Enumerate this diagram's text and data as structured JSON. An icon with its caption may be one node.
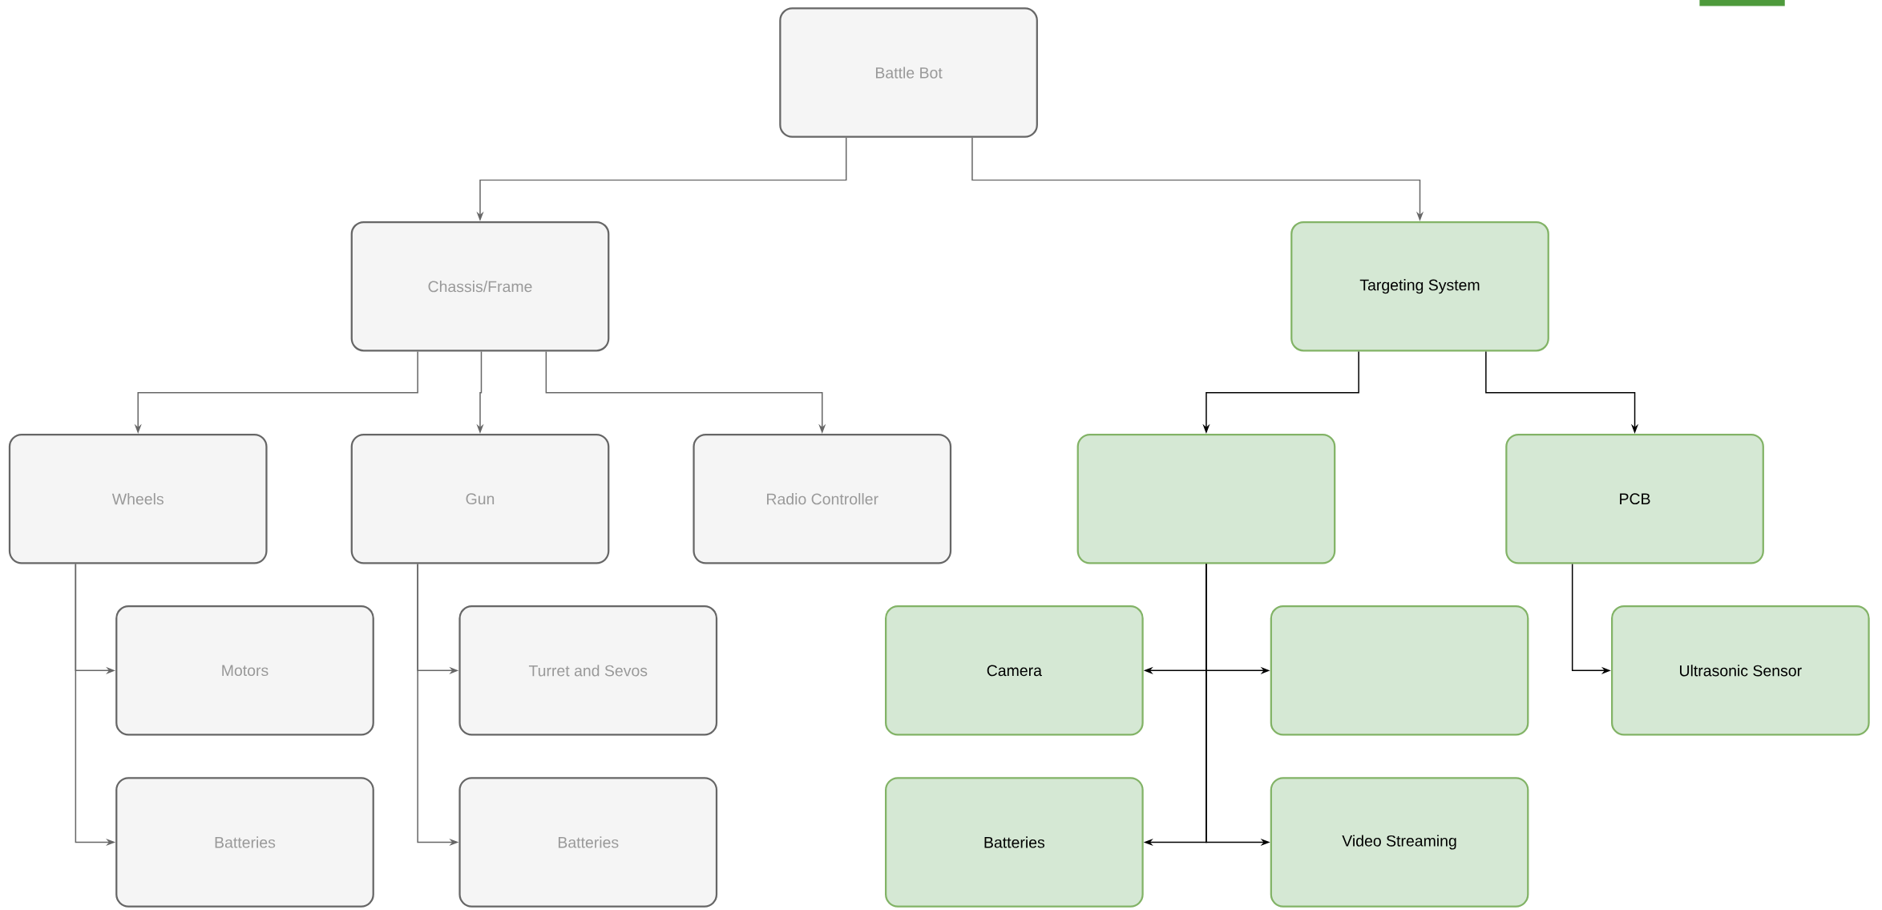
{
  "diagram": {
    "nodes": [
      {
        "text": [
          "Battle Bot"
        ]
      },
      {
        "text": [
          "Chassis/Frame"
        ]
      },
      {
        "text": [
          "Targeting System"
        ]
      },
      {
        "text": [
          "Wheels"
        ]
      },
      {
        "text": [
          "Gun"
        ]
      },
      {
        "text": [
          "Radio Controller"
        ]
      },
      {
        "text": [],
        "shape": "box"
      },
      {
        "text": [
          "PCB"
        ]
      },
      {
        "text": [
          "Motors"
        ]
      },
      {
        "text": [
          "Batteries"
        ]
      },
      {
        "text": [
          "Turret and Sevos"
        ]
      },
      {
        "text": [
          "Batteries"
        ]
      },
      {
        "text": [
          "Camera"
        ]
      },
      {
        "text": [],
        "shape": "box"
      },
      {
        "text": [
          "Batteries"
        ]
      },
      {
        "text": [
          "Video Streaming"
        ]
      },
      {
        "text": [
          "Ultrasonic Sensor"
        ]
      }
    ],
    "edges": [
      {
        "from": 0,
        "to": 1,
        "arrow": "to"
      },
      {
        "from": 0,
        "to": 2,
        "arrow": "to"
      },
      {
        "from": 1,
        "to": 3,
        "arrow": "to"
      },
      {
        "from": 1,
        "to": 4,
        "arrow": "to"
      },
      {
        "from": 1,
        "to": 5,
        "arrow": "to"
      },
      {
        "from": 2,
        "to": 6,
        "arrow": "to",
        "color": "#000000"
      },
      {
        "from": 2,
        "to": 7,
        "arrow": "to",
        "color": "#000000"
      },
      {
        "from": 3,
        "to": 8,
        "arrow": "to"
      },
      {
        "from": 3,
        "to": 9,
        "arrow": "to"
      },
      {
        "from": 4,
        "to": 10,
        "arrow": "to"
      },
      {
        "from": 4,
        "to": 11,
        "arrow": "to"
      },
      {
        "from": 6,
        "to": 12,
        "arrow": "to",
        "color": "#000000"
      },
      {
        "from": 6,
        "to": 13,
        "arrow": "to",
        "color": "#000000"
      },
      {
        "from": 6,
        "to": 14,
        "arrow": "to",
        "color": "#000000"
      },
      {
        "from": 6,
        "to": 15,
        "arrow": "to",
        "color": "#000000"
      },
      {
        "from": 7,
        "to": 16,
        "arrow": "to",
        "color": "#000000"
      }
    ]
  }
}
